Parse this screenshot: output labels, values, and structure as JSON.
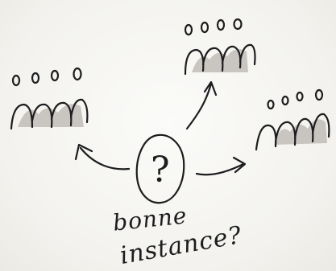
{
  "center_node": {
    "symbol": "?"
  },
  "caption": {
    "line_1": "bonne",
    "line_2": "instance?"
  },
  "groups": [
    {
      "members": 4
    },
    {
      "members": 4
    },
    {
      "members": 4
    }
  ],
  "arrows": [
    {
      "from": "center_node",
      "to": "groups.0"
    },
    {
      "from": "center_node",
      "to": "groups.1"
    },
    {
      "from": "center_node",
      "to": "groups.2"
    }
  ],
  "colors": {
    "ink": "#1d1d1f",
    "shadow": "#b9b6b0",
    "paper": "#f3f2ee"
  }
}
